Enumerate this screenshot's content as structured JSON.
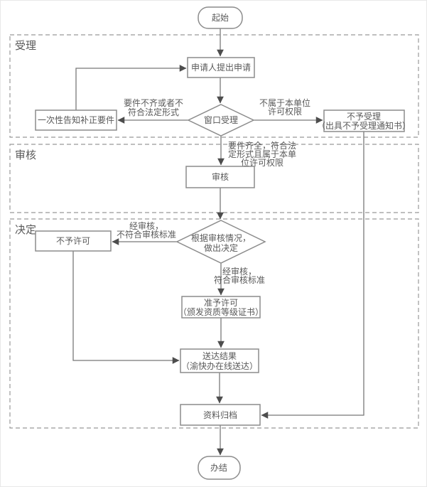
{
  "diagram": {
    "title_hint": "administrative-licensing-flowchart",
    "colors": {
      "background": "#ffffff",
      "lane_border": "#999999",
      "node_border": "#8c8c8c",
      "line": "#787878",
      "arrowhead": "#4d4d4d",
      "text": "#595959"
    },
    "lanes": [
      {
        "label": "受理"
      },
      {
        "label": "审核"
      },
      {
        "label": "决定"
      }
    ],
    "nodes": {
      "start": "起始",
      "apply": "申请人提出申请",
      "notify": "一次性告知补正要件",
      "window": "窗口受理",
      "reject": [
        "不予受理",
        "（出具不予受理通知书）"
      ],
      "review": "审核",
      "decide": [
        "根据审核情况，",
        "做出决定"
      ],
      "deny": "不予许可",
      "grant": [
        "准予许可",
        "（颁发资质等级证书）"
      ],
      "deliver": [
        "送达结果",
        "（渝快办在线送达）"
      ],
      "archive": "资料归档",
      "end": "办结"
    },
    "edge_labels": {
      "incomplete": [
        "要件不齐或者不",
        "符合法定形式"
      ],
      "not_authority": [
        "不属于本单位",
        "许可权限"
      ],
      "complete": [
        "要件齐全，符合法",
        "定形式且属于本单",
        "位许可权限"
      ],
      "fail": [
        "经审核，",
        "不符合审核标准"
      ],
      "pass": [
        "经审核，",
        "符合审核标准"
      ]
    }
  }
}
